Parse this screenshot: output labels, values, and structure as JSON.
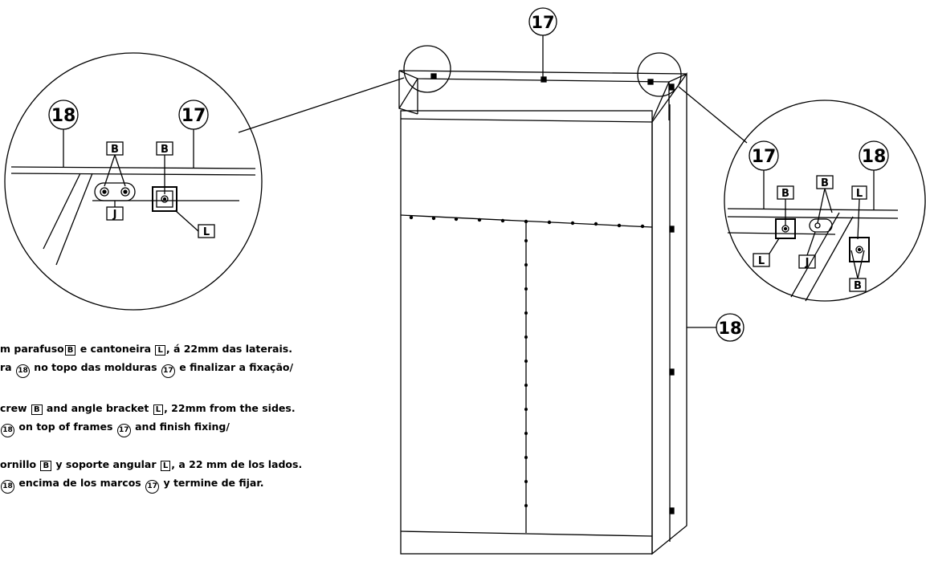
{
  "callouts": {
    "top_frame": "17",
    "side_panel": "18",
    "left_detail_a": "18",
    "left_detail_b": "17",
    "right_detail_a": "17",
    "right_detail_b": "18"
  },
  "part_letters": {
    "screw": "B",
    "plate": "J",
    "angle_bracket": "L"
  },
  "instructions": [
    {
      "id": "pt1",
      "parts": [
        "m parafuso",
        "B",
        " e cantoneira ",
        "L",
        ", á 22mm das laterais."
      ]
    },
    {
      "id": "pt2",
      "parts": [
        "ra ",
        "18",
        " no topo das molduras ",
        "17",
        " e finalizar a fixação/"
      ]
    },
    {
      "id": "en1",
      "parts": [
        "crew ",
        "B",
        " and angle bracket ",
        "L",
        ", 22mm from the sides."
      ]
    },
    {
      "id": "en2",
      "parts": [
        "18",
        " on top of frames ",
        "17",
        " and finish fixing/"
      ]
    },
    {
      "id": "es1",
      "parts": [
        "ornillo ",
        "B",
        " y soporte angular ",
        "L",
        ", a 22 mm de los lados."
      ]
    },
    {
      "id": "es2",
      "parts": [
        "18",
        " encima de los marcos ",
        "17",
        " y termine de fijar."
      ]
    }
  ]
}
